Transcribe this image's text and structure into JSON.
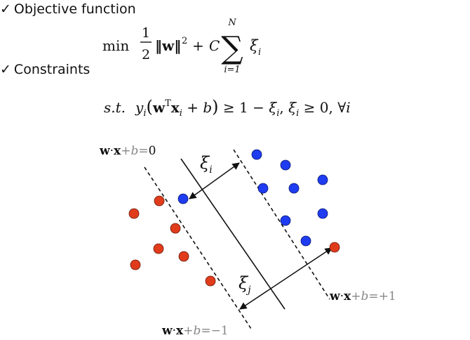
{
  "bullets": {
    "objective": {
      "check": "✓",
      "label": "Objective function"
    },
    "constraints": {
      "check": "✓",
      "label": "Constraints"
    }
  },
  "objective_formula": {
    "min": "min",
    "frac_num": "1",
    "frac_den": "2",
    "norm": "‖w‖",
    "sq": "2",
    "plus": "+",
    "C": "C",
    "sum": "∑",
    "sum_upper": "N",
    "sum_lower": "i=1",
    "xi": "ξ",
    "xi_sub": "i"
  },
  "constraint_formula": {
    "st": "s.t.",
    "y": "y",
    "y_sub": "i",
    "lparen": "(",
    "w": "w",
    "T": "T",
    "x": "x",
    "x_sub": "i",
    "plus_b": " + b",
    "rparen": ")",
    "geq_one_minus": " ≥ 1 − ",
    "xi": "ξ",
    "xi_sub": "i",
    "comma_xi": ", ",
    "xi2": "ξ",
    "xi2_sub": "i",
    "geq_zero": " ≥ 0,  ∀",
    "forall_var": "i"
  },
  "diagram": {
    "label_center": {
      "w": "w",
      "dot": "·",
      "x": "x",
      "plus": "+",
      "b": "b",
      "eq": "=",
      "val": "0"
    },
    "label_plus": {
      "w": "w",
      "dot": "·",
      "x": "x",
      "plus": "+",
      "b": "b",
      "eq": "=",
      "val": "+1"
    },
    "label_minus": {
      "w": "w",
      "dot": "·",
      "x": "x",
      "plus": "+",
      "b": "b",
      "eq": "=",
      "val": "−1"
    },
    "xi_i": {
      "sym": "ξ",
      "sub": "i"
    },
    "xi_j": {
      "sym": "ξ",
      "sub": "j"
    },
    "colors": {
      "red": "#e03c1c",
      "blue": "#1f3cf0",
      "point_stroke": "#6a1a0a",
      "blue_stroke": "#0a1a70"
    }
  }
}
